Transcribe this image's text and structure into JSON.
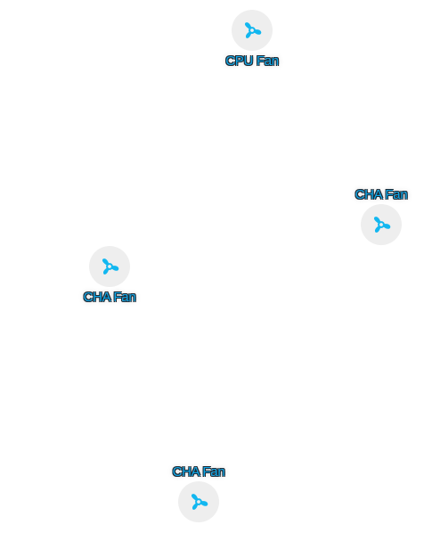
{
  "fans": [
    {
      "id": "cpu",
      "label": "CPU Fan",
      "icon": "fan-icon"
    },
    {
      "id": "cha-right",
      "label": "CHA Fan",
      "icon": "fan-icon"
    },
    {
      "id": "cha-left",
      "label": "CHA Fan",
      "icon": "fan-icon"
    },
    {
      "id": "cha-bottom",
      "label": "CHA Fan",
      "icon": "fan-icon"
    }
  ],
  "colors": {
    "icon": "#12b7f0",
    "label": "#11a8e8",
    "label_outline": "#1b2833",
    "circle_bg": "#eeeeee"
  }
}
